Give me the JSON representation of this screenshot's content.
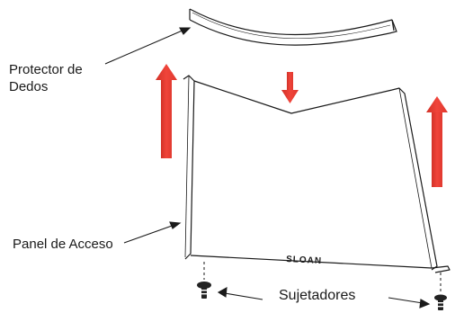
{
  "labels": {
    "protector_line1": "Protector de",
    "protector_line2": "Dedos",
    "panel": "Panel de Acceso",
    "fasteners": "Sujetadores",
    "brand": "SLOAN"
  },
  "colors": {
    "line": "#1a1a1a",
    "arrow_red": "#f0443a",
    "arrow_red_dark": "#d23228",
    "screw": "#222222"
  },
  "icons": {
    "lift_arrow": "up-arrow-icon",
    "install_arrow": "down-arrow-icon",
    "screw": "screw-icon"
  }
}
